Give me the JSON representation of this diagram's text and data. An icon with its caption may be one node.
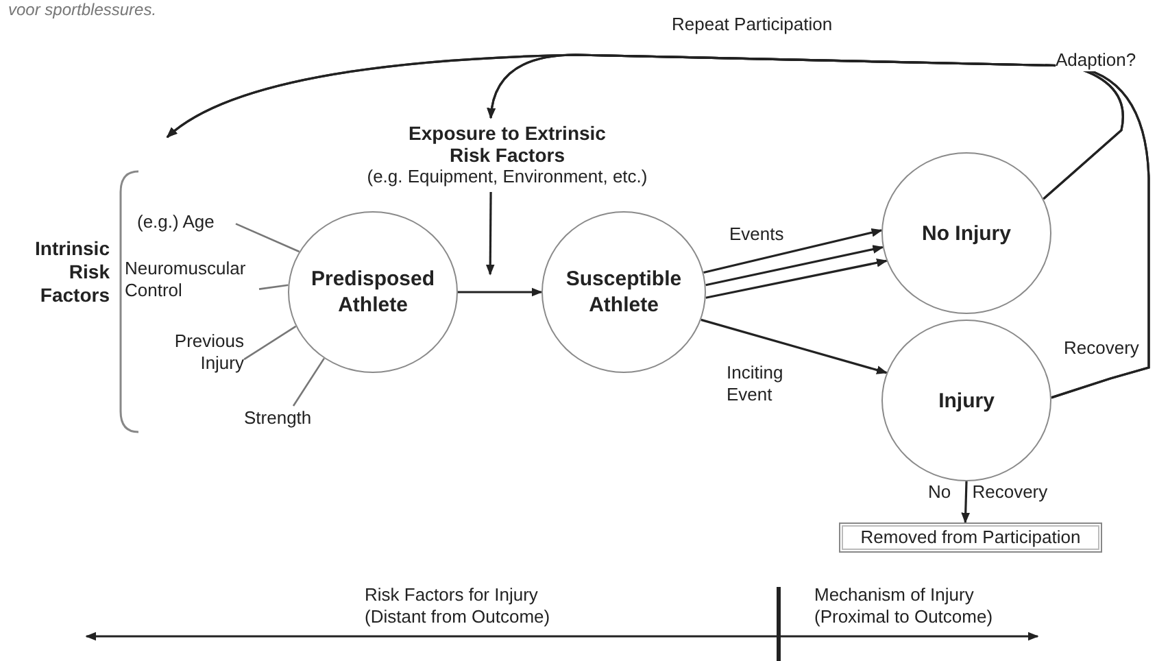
{
  "diagram": {
    "caption": "voor sportblessures.",
    "nodes": [
      {
        "text": [
          "Exposure to Extrinsic Risk Factors",
          "(e.g. Equipment, Environment, etc.)"
        ]
      },
      {
        "text": [
          "Intrinsic Risk Factors"
        ]
      },
      {
        "text": [
          "(e.g.) Age"
        ]
      },
      {
        "text": [
          "Neuromuscular Control"
        ]
      },
      {
        "text": [
          "Previous Injury"
        ]
      },
      {
        "text": [
          "Strength"
        ]
      },
      {
        "text": [
          "Predisposed Athlete"
        ]
      },
      {
        "text": [
          "Susceptible Athlete"
        ]
      },
      {
        "text": [
          "No Injury"
        ]
      },
      {
        "text": [
          "Injury"
        ]
      },
      {
        "text": [
          "Removed from Participation"
        ]
      }
    ],
    "edges": [
      {
        "from": 2,
        "to": 6,
        "arrow": "none"
      },
      {
        "from": 3,
        "to": 6,
        "arrow": "none"
      },
      {
        "from": 4,
        "to": 6,
        "arrow": "none"
      },
      {
        "from": 5,
        "to": 6,
        "arrow": "none"
      },
      {
        "from": 0,
        "to": 6,
        "arrow": "to"
      },
      {
        "from": 6,
        "to": 7,
        "arrow": "to"
      },
      {
        "from": 7,
        "to": 8,
        "arrow": "to",
        "label": "Events"
      },
      {
        "from": 7,
        "to": 8,
        "arrow": "to"
      },
      {
        "from": 7,
        "to": 8,
        "arrow": "to"
      },
      {
        "from": 7,
        "to": 9,
        "arrow": "to",
        "label": "Inciting Event"
      },
      {
        "from": 9,
        "to": 10,
        "arrow": "to",
        "label": "No Recovery"
      },
      {
        "from": 8,
        "to": null,
        "arrow": "to",
        "label": "Adaption?"
      },
      {
        "from": 8,
        "to": 0,
        "arrow": "to"
      },
      {
        "from": 9,
        "to": null,
        "arrow": "to",
        "label": "Recovery"
      },
      {
        "from": 9,
        "to": 0,
        "arrow": "to"
      }
    ],
    "labels": [
      "Repeat Participation",
      "Risk Factors for Injury (Distant from Outcome)",
      "Mechanism of Injury (Proximal to Outcome)"
    ]
  }
}
